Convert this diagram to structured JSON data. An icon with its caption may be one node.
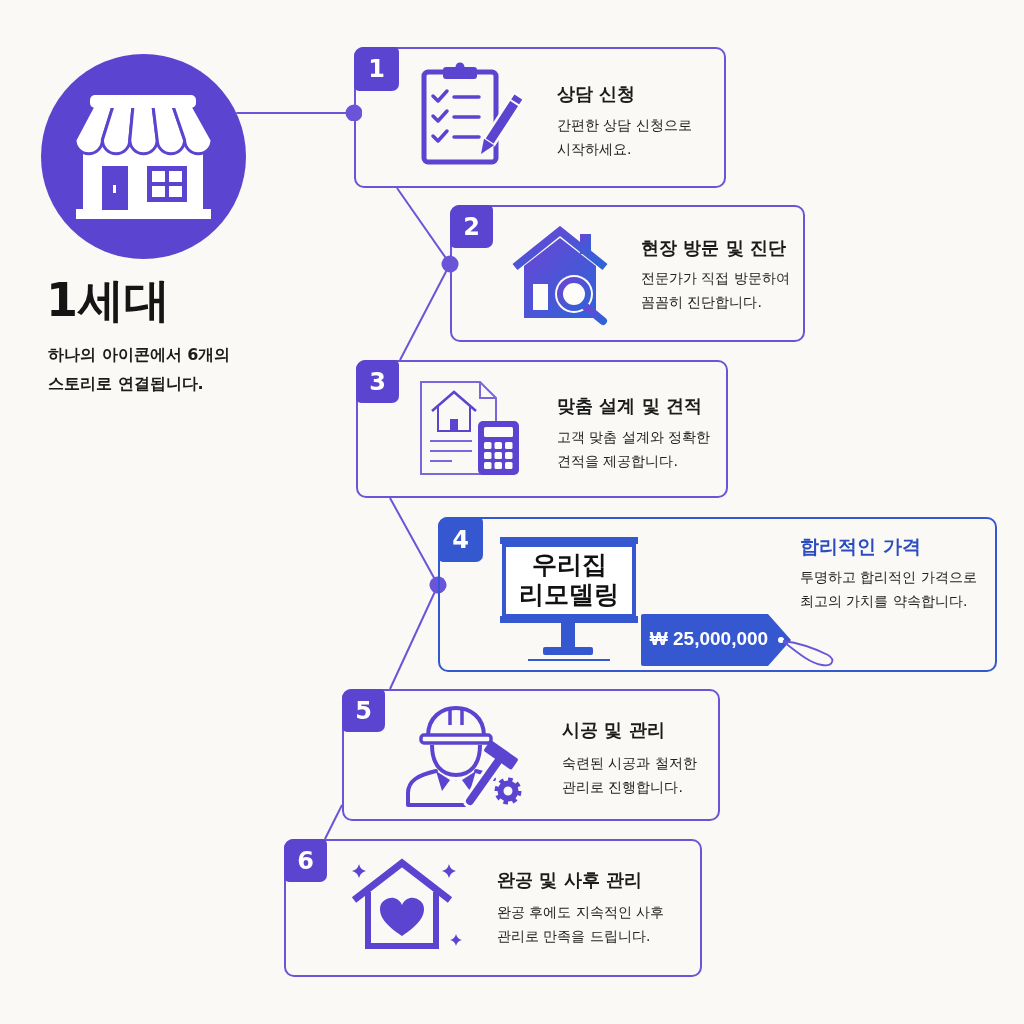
{
  "diagram": {
    "title": "1세대",
    "nodes": [
      {
        "text": [],
        "shape": "circle"
      },
      {
        "text": [
          "상담 신청",
          "간편한 상담 신청으로 시작하세요."
        ]
      },
      {
        "text": [
          "1"
        ],
        "in": 1
      },
      {
        "text": [
          "현장 방문 및 진단",
          "전문가가 직접 방문하여 꼼꼼히 진단합니다."
        ]
      },
      {
        "text": [
          "2"
        ],
        "in": 3
      },
      {
        "text": [
          "맞춤 설계 및 견적",
          "고객 맞춤 설계와 정확한 견적을 제공합니다."
        ]
      },
      {
        "text": [
          "3"
        ],
        "in": 5
      },
      {
        "text": [
          "합리적인 가격",
          "투명하고 합리적인 가격으로 최고의 가치를 약속합니다."
        ]
      },
      {
        "text": [
          "4"
        ],
        "in": 7
      },
      {
        "text": [
          "우리집 리모델링"
        ],
        "in": 7
      },
      {
        "text": [
          "₩ 25,000,000"
        ],
        "in": 7
      },
      {
        "text": [
          "시공 및 관리",
          "숙련된 시공과 철저한 관리로 진행합니다."
        ]
      },
      {
        "text": [
          "5"
        ],
        "in": 11
      },
      {
        "text": [
          "완공 및 사후 관리",
          "완공 후에도 지속적인 사후 관리로 만족을 드립니다."
        ]
      },
      {
        "text": [
          "6"
        ],
        "in": 13
      }
    ],
    "edges": [
      {
        "from": 0,
        "to": 1,
        "arrow": "other"
      },
      {
        "from": 1,
        "to": 3,
        "arrow": "other"
      },
      {
        "from": 3,
        "to": 5,
        "arrow": "none"
      },
      {
        "from": 5,
        "to": 7,
        "arrow": "other"
      },
      {
        "from": 7,
        "to": 11,
        "arrow": "none"
      },
      {
        "from": 11,
        "to": 13,
        "arrow": "none"
      }
    ],
    "labels": [
      "하나의 아이콘에서 6개의 스토리로 연결됩니다."
    ]
  }
}
